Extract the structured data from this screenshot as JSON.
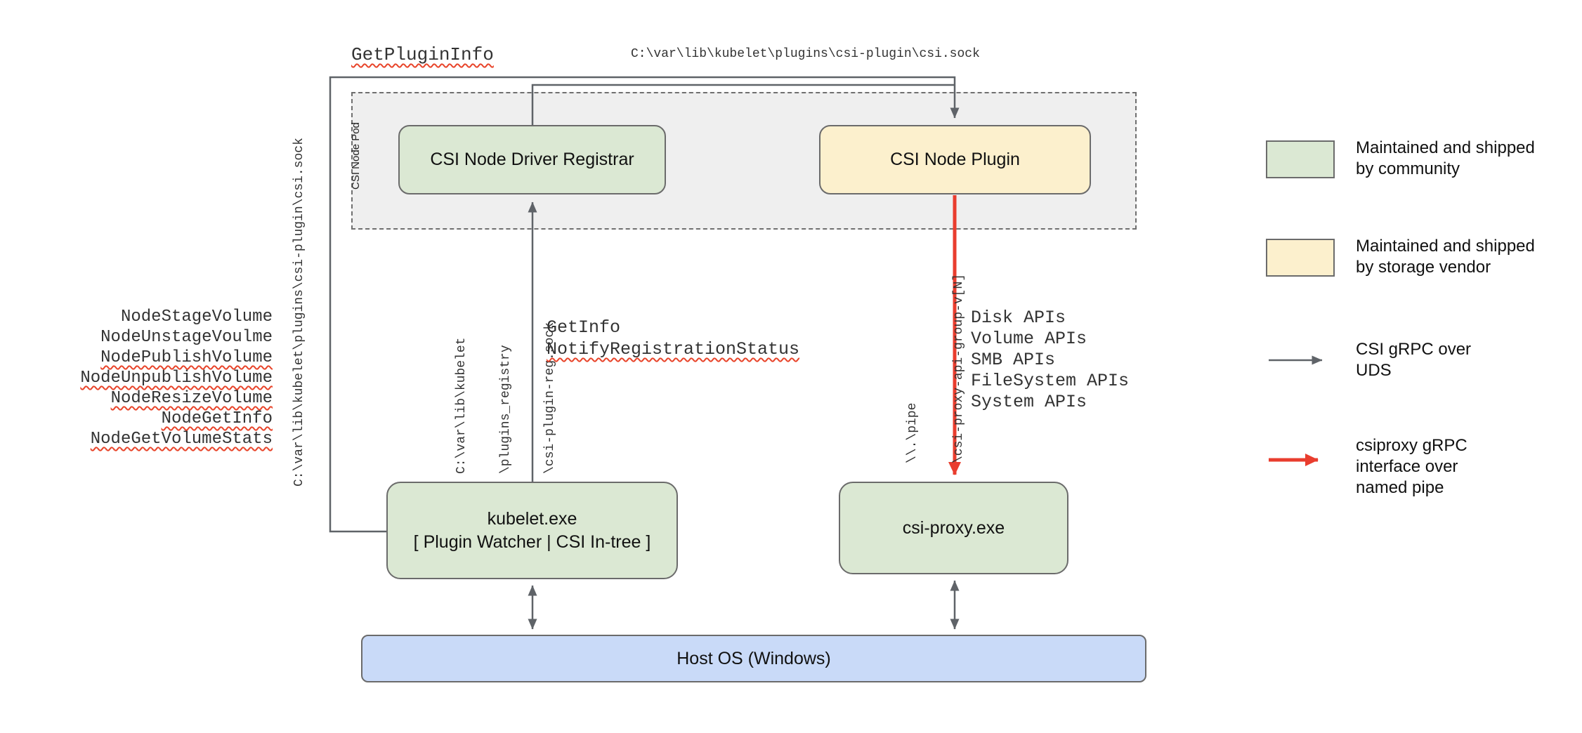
{
  "diagram": {
    "top_labels": {
      "get_plugin_info": "GetPluginInfo",
      "csi_sock_path": "C:\\var\\lib\\kubelet\\plugins\\csi-plugin\\csi.sock"
    },
    "pod": {
      "label": "CSI Node Pod"
    },
    "boxes": {
      "registrar": "CSI Node Driver Registrar",
      "plugin": "CSI Node Plugin",
      "kubelet_line1": "kubelet.exe",
      "kubelet_line2": "[ Plugin Watcher | CSI In-tree ]",
      "csi_proxy": "csi-proxy.exe",
      "host_os": "Host OS (Windows)"
    },
    "node_methods": [
      "NodeStageVolume",
      "NodeUnstageVoulme",
      "NodePublishVolume",
      "NodeUnpublishVolume",
      "NodeResizeVolume",
      "NodeGetInfo",
      "NodeGetVolumeStats"
    ],
    "left_socket_path": "C:\\var\\lib\\kubelet\\plugins\\csi-plugin\\csi.sock",
    "registry_path": {
      "line1": "C:\\var\\lib\\kubelet",
      "line2": "\\plugins_registry",
      "line3": "\\csi-plugin-reg.sock"
    },
    "registrar_calls": {
      "line1": "GetInfo",
      "line2": "NotifyRegistrationStatus"
    },
    "pipe_path": {
      "line1": "\\\\.\\pipe",
      "line2": "\\csi-proxy-api-group-v[N]"
    },
    "proxy_apis": [
      "Disk APIs",
      "Volume APIs",
      "SMB APIs",
      "FileSystem APIs",
      "System APIs"
    ],
    "legend": {
      "community": "Maintained and shipped by community",
      "vendor": "Maintained and shipped by storage vendor",
      "gray_arrow": "CSI gRPC over UDS",
      "red_arrow": "csiproxy gRPC interface over named pipe"
    },
    "colors": {
      "community_green": "#dbe8d3",
      "vendor_yellow": "#fcf0cd",
      "host_blue": "#c9daf8",
      "pod_gray": "#efefef",
      "line_gray": "#5f6368",
      "arrow_red": "#e93d2e",
      "squiggle_red": "#e8442a"
    }
  }
}
